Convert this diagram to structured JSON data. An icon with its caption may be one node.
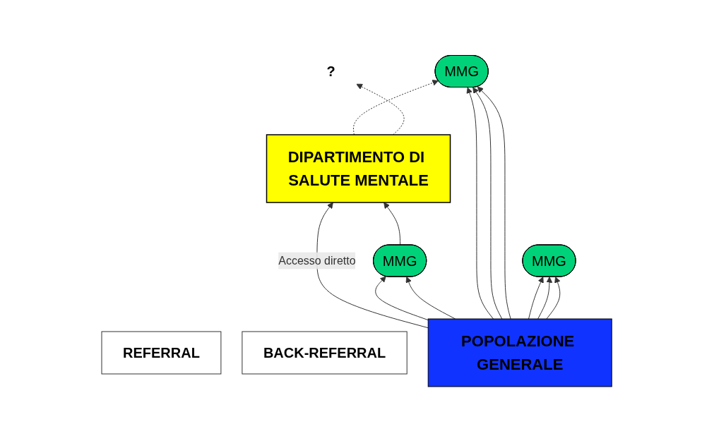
{
  "diagram": {
    "nodes": [
      {
        "text": [
          "DIPARTIMENTO DI SALUTE MENTALE"
        ]
      },
      {
        "text": [
          "REFERRAL"
        ]
      },
      {
        "text": [
          "BACK-REFERRAL"
        ]
      },
      {
        "text": [
          "MMG"
        ]
      },
      {
        "text": [
          "MMG"
        ]
      },
      {
        "text": [
          "MMG"
        ]
      },
      {
        "text": [
          "?"
        ]
      },
      {
        "text": [
          "POPOLAZIONE GENERALE"
        ]
      }
    ],
    "edges": [
      {
        "from": 3,
        "to": 0,
        "arrow": "to"
      },
      {
        "from": 0,
        "to": 4,
        "arrow": "to",
        "style": "dashed"
      },
      {
        "from": 0,
        "to": 6,
        "arrow": "to",
        "style": "dashed"
      },
      {
        "from": 7,
        "to": 0,
        "arrow": "to",
        "label": "Accesso diretto"
      },
      {
        "from": 7,
        "to": 3,
        "arrow": "to"
      },
      {
        "from": 7,
        "to": 3,
        "arrow": "to"
      },
      {
        "from": 7,
        "to": 4,
        "arrow": "to"
      },
      {
        "from": 7,
        "to": 4,
        "arrow": "to"
      },
      {
        "from": 7,
        "to": 4,
        "arrow": "to"
      },
      {
        "from": 7,
        "to": 5,
        "arrow": "to"
      },
      {
        "from": 7,
        "to": 5,
        "arrow": "to"
      },
      {
        "from": 7,
        "to": 5,
        "arrow": "to"
      }
    ]
  }
}
